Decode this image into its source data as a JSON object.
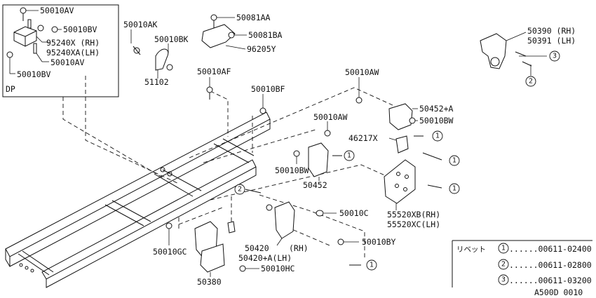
{
  "inset": {
    "tag": "DP",
    "labels": [
      "50010AV",
      "50010BV",
      "95240X (RH)",
      "95240XA(LH)",
      "50010AV",
      "50010BV"
    ]
  },
  "parts": {
    "p50010AK": "50010AK",
    "p50010BK": "50010BK",
    "p51102": "51102",
    "p50081AA": "50081AA",
    "p50081BA": "50081BA",
    "p96205Y": "96205Y",
    "p50010AF": "50010AF",
    "p50010BF": "50010BF",
    "p50390": "50390 (RH)",
    "p50391": "50391 (LH)",
    "p50010AW_a": "50010AW",
    "p50452A": "50452+A",
    "p50010BW_a": "50010BW",
    "p50010AW_b": "50010AW",
    "p46217X": "46217X",
    "p50010BW_b": "50010BW",
    "p50452": "50452",
    "p55520XB": "55520XB(RH)",
    "p55520XC": "55520XC(LH)",
    "p50010C": "50010C",
    "p50420": "50420",
    "p50420_rh": "(RH)",
    "p50420A": "50420+A(LH)",
    "p50010BY": "50010BY",
    "p50010GC": "50010GC",
    "p50010HC": "50010HC",
    "p50380": "50380"
  },
  "circles": {
    "c1": "1",
    "c2": "2",
    "c3": "3"
  },
  "legend": {
    "title": "リベット",
    "rows": [
      {
        "num": "1",
        "code": "......00611-02400"
      },
      {
        "num": "2",
        "code": "......00611-02800"
      },
      {
        "num": "3",
        "code": "......00611-03200"
      }
    ]
  },
  "diagram_code": "A500D 0010"
}
